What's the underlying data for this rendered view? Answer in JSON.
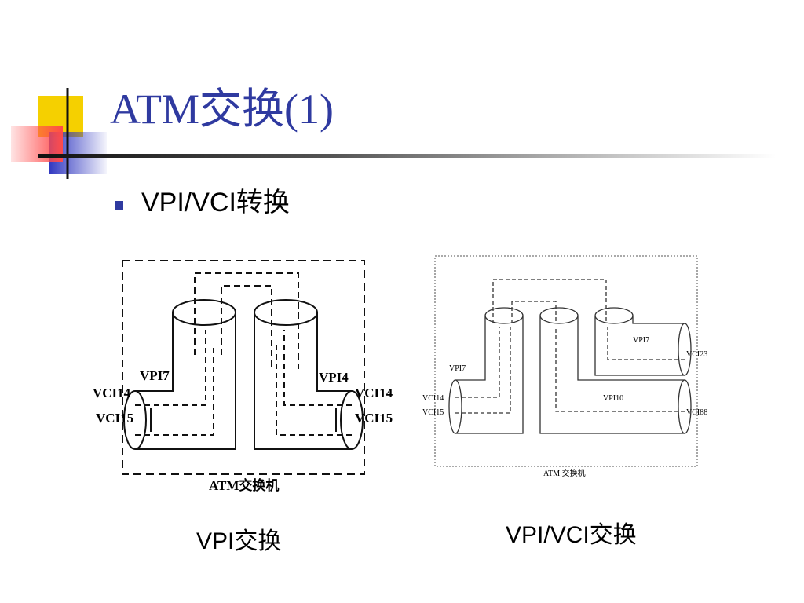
{
  "slide": {
    "title": "ATM交换(1)",
    "bullet": "VPI/VCI转换",
    "colors": {
      "title": "#2f3aa0",
      "bullet": "#2f3aa0",
      "deco_yellow": "#f5d000",
      "deco_blue": "#3b3fc8",
      "deco_red": "#ff5a5a"
    }
  },
  "figure_left": {
    "caption": "VPI交换",
    "switch_label": "ATM交换机",
    "left_vpi": "VPI7",
    "left_vci_a": "VCI14",
    "left_vci_b": "VCI15",
    "right_vpi": "VPI4",
    "right_vci_a": "VCI14",
    "right_vci_b": "VCI15"
  },
  "figure_right": {
    "caption": "VPI/VCI交换",
    "switch_label": "ATM 交换机",
    "in_vpi": "VPI7",
    "in_vci_a": "VCI14",
    "in_vci_b": "VCI15",
    "out_vpi_top": "VPI7",
    "out_vci_top": "VCI23",
    "out_vpi_bottom": "VPI10",
    "out_vci_bottom": "VCI88"
  }
}
